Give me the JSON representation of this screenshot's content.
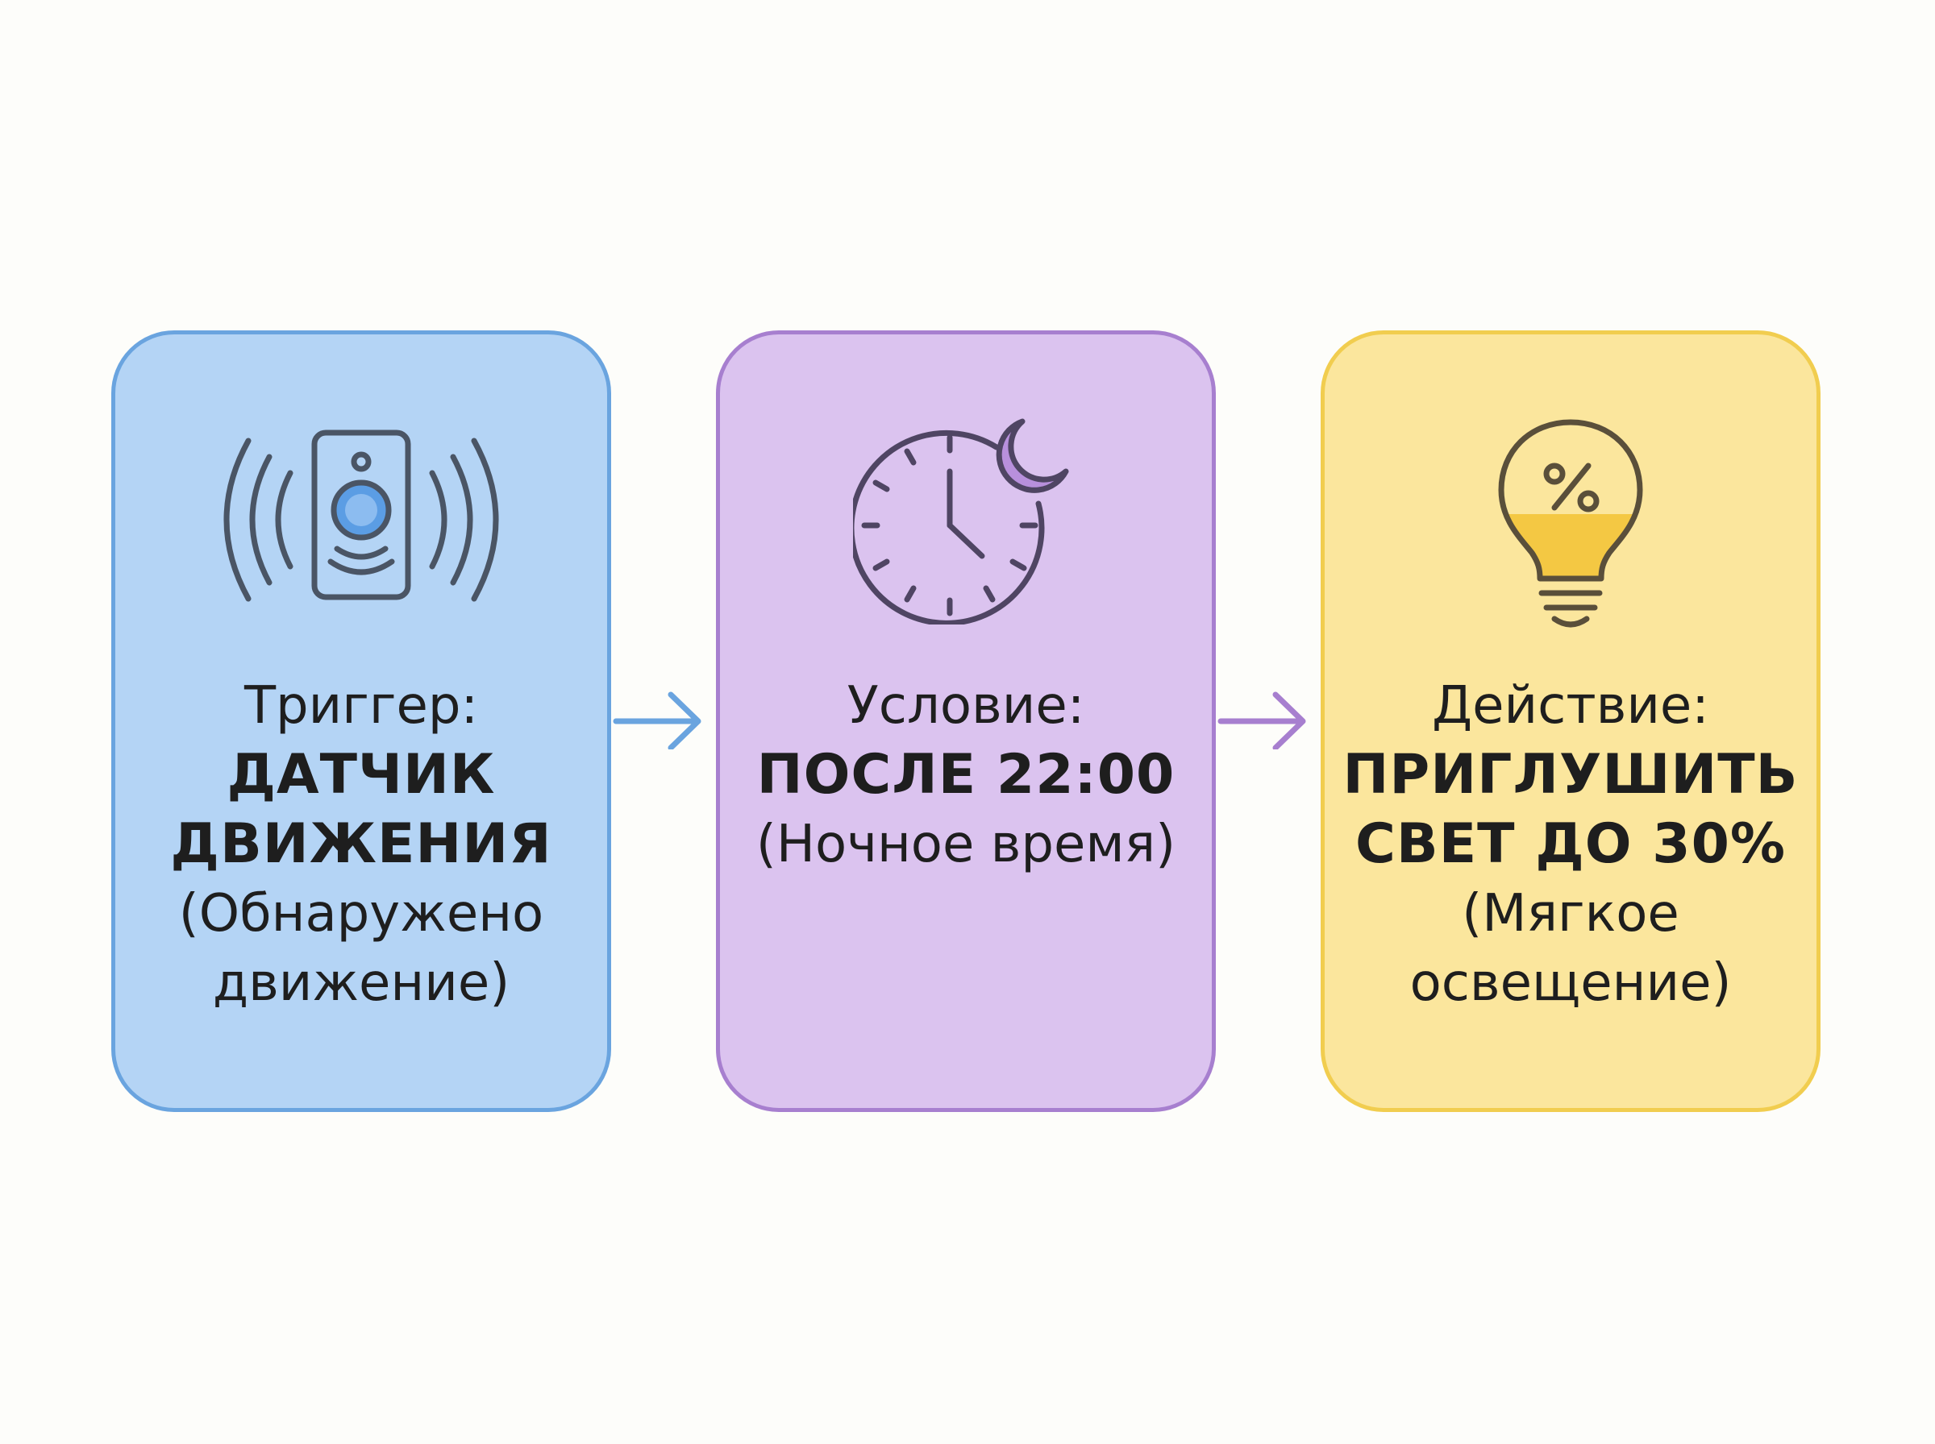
{
  "steps": [
    {
      "label": "Триггер:",
      "value_line1": "ДАТЧИК",
      "value_line2": "ДВИЖЕНИЯ",
      "note_line1": "(Обнаружено",
      "note_line2": "движение)",
      "icon": "motion-sensor-icon",
      "fill_color": "#b4d4f5",
      "border_color": "#6aa4df"
    },
    {
      "label": "Условие:",
      "value_line1": "ПОСЛЕ 22:00",
      "note_line1": "(Ночное время)",
      "icon": "clock-moon-icon",
      "fill_color": "#dbc3ef",
      "border_color": "#a77fcf"
    },
    {
      "label": "Действие:",
      "value_line1": "ПРИГЛУШИТЬ",
      "value_line2": "СВЕТ ДО 30%",
      "note_line1": "(Мягкое",
      "note_line2": "освещение)",
      "icon": "dim-bulb-icon",
      "fill_color": "#fbe69d",
      "border_color": "#f1cd4f"
    }
  ],
  "connectors": [
    {
      "from": "trigger",
      "to": "condition",
      "color": "#6aa4df"
    },
    {
      "from": "condition",
      "to": "action",
      "color": "#a77fcf"
    }
  ]
}
